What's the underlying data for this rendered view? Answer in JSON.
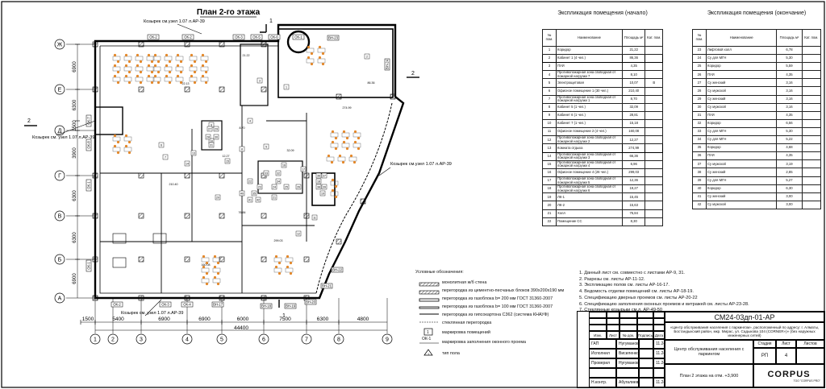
{
  "plan_title": "План 2-го этажа",
  "sheet_code": "СМ24-03дп-01-АР",
  "project_desc": "«Центр обслуживания населения с паркингом», расположенный по адресу: г. Алматы, Бостандыкский район, мкр. Мирас, ул. Садыкова 104 (CORNER»)» (без наружных инженерных сетей)",
  "object_name": "Центр обслуживания населения с паркингом",
  "drawing_name": "План 2 этажа на отм. +3,900",
  "stage_label": "Стадия",
  "sheet_label": "Лист",
  "sheets_label": "Листов",
  "stage": "РП",
  "sheet_no": "4",
  "logo": "CORPUS",
  "logo_sub": "ТОО \"CORPUS PRO\"",
  "stamp_header": [
    "Изм.",
    "Лист",
    "№ док.",
    "Подпись",
    "Дата"
  ],
  "signers": [
    {
      "role": "ГАП",
      "name": "Нугуманова",
      "date": "11.24"
    },
    {
      "role": "Исполнил",
      "name": "Висиленко",
      "date": "11.24"
    },
    {
      "role": "Проверил",
      "name": "Нугуманова",
      "date": "11.24"
    },
    {
      "role": "",
      "name": "",
      "date": ""
    },
    {
      "role": "Н.контр.",
      "name": "Абугалиев",
      "date": "11.24"
    }
  ],
  "axes_h": [
    "Ж",
    "Е",
    "Д",
    "Г",
    "В",
    "Б",
    "А"
  ],
  "axes_v": [
    "1",
    "2",
    "3",
    "4",
    "5",
    "6",
    "7",
    "8",
    "9"
  ],
  "dims_left": [
    "6900",
    "6300",
    "1500",
    "3900",
    "6300",
    "6300",
    "6900"
  ],
  "dims_bottom": [
    "1500",
    "5400",
    "6900",
    "6900",
    "6000",
    "7500",
    "6300",
    "4800"
  ],
  "dim_total": "44400",
  "section_marks": [
    "1",
    "1",
    "2",
    "2"
  ],
  "callouts": [
    "Козырек см.узел 1.07 л.АР-39",
    "Козырек см. узел 1.07 л.АР-39",
    "Козырек см.узел 1.07 л.АР-39",
    "Козырек см. узел 1.07 л.АР-39"
  ],
  "window_tags": [
    "ОК-2",
    "ОК-2",
    "ОК-3",
    "ОК-5",
    "ОК-6",
    "ОК-1",
    "ВН-23",
    "ВН-24",
    "ОК-7",
    "ОК-8",
    "ОК-1",
    "ОК-1",
    "ОК-2",
    "ОК-3",
    "ОК-4",
    "ВН-17",
    "ВН-18",
    "ВН-19",
    "ВН-20",
    "ВН-21",
    "ВН-22"
  ],
  "room_tags": [
    "1",
    "2",
    "3",
    "4",
    "5",
    "6",
    "7",
    "8",
    "9",
    "10",
    "11",
    "12",
    "13",
    "14",
    "15",
    "16",
    "17",
    "18",
    "19",
    "20",
    "21",
    "22",
    "23",
    "24",
    "25",
    "26",
    "27",
    "28",
    "29",
    "30",
    "31",
    "32",
    "33",
    "34",
    "35",
    "36",
    "37",
    "38",
    "39",
    "40",
    "41",
    "42"
  ],
  "room_areas": [
    "86.36",
    "210.40",
    "274.99",
    "160.08",
    "299.03",
    "76.84",
    "21.22",
    "22.13",
    "8.70",
    "12.27",
    "32.09"
  ],
  "table1": {
    "title": "Экспликация помещения (начало)",
    "headers": [
      "№ пом.",
      "Наименование",
      "Площадь м²",
      "Кат. пом."
    ],
    "rows": [
      [
        "1",
        "Коридор",
        "21,22",
        ""
      ],
      [
        "2",
        "Кабинет 1 (4 чел.)",
        "86,36",
        ""
      ],
      [
        "3",
        "ПУИ",
        "4,35",
        ""
      ],
      [
        "4",
        "Противопожарная зона свободная от пожарной нагрузки 7",
        "8,10",
        ""
      ],
      [
        "5",
        "Электрощитовая",
        "10,07",
        "В"
      ],
      [
        "6",
        "Офисное помещение 1 (30 чел.)",
        "210,40",
        ""
      ],
      [
        "7",
        "Противопожарная зона свободная от пожарной нагрузки 1",
        "8,70",
        ""
      ],
      [
        "8",
        "Кабинет 5 (1 чел.)",
        "32,09",
        ""
      ],
      [
        "9",
        "Кабинет 6 (1 чел.)",
        "28,81",
        ""
      ],
      [
        "10",
        "Кабинет 7 (1 чел.)",
        "15,18",
        ""
      ],
      [
        "11",
        "Офисное помещение 2 (4 чел.)",
        "160,08",
        ""
      ],
      [
        "12",
        "Противопожарная зона свободная от пожарной нагрузки 2",
        "12,27",
        ""
      ],
      [
        "13",
        "Комната отдыха",
        "274,99",
        ""
      ],
      [
        "14",
        "Противопожарная зона свободная от пожарной нагрузки 3",
        "66,36",
        ""
      ],
      [
        "15",
        "Противопожарная зона свободная от пожарной нагрузки 4",
        "6,96",
        ""
      ],
      [
        "16",
        "Офисное помещение 4 (26 чел.)",
        "299,03",
        ""
      ],
      [
        "17",
        "Противопожарная зона свободная от пожарной нагрузки 5",
        "12,36",
        ""
      ],
      [
        "18",
        "Противопожарная зона свободная от пожарной нагрузки 6",
        "19,27",
        ""
      ],
      [
        "19",
        "ЛК-1",
        "15,45",
        ""
      ],
      [
        "20",
        "ЛК-2",
        "15,63",
        ""
      ],
      [
        "21",
        "Холл",
        "76,84",
        ""
      ],
      [
        "22",
        "Помещение СС",
        "8,30",
        ""
      ]
    ]
  },
  "table2": {
    "title": "Экспликация помещения (окончание)",
    "headers": [
      "№ пом.",
      "Наименование",
      "Площадь м²",
      "Кат. пом."
    ],
    "rows": [
      [
        "23",
        "Лифтовой холл",
        "6,78",
        ""
      ],
      [
        "24",
        "Су для МГН",
        "5,30",
        ""
      ],
      [
        "25",
        "Коридор",
        "5,59",
        ""
      ],
      [
        "26",
        "ПУИ",
        "4,35",
        ""
      ],
      [
        "27",
        "Су женский",
        "3,16",
        ""
      ],
      [
        "28",
        "Су мужской",
        "3,16",
        ""
      ],
      [
        "29",
        "Су женский",
        "3,16",
        ""
      ],
      [
        "30",
        "Су мужской",
        "3,16",
        ""
      ],
      [
        "31",
        "ПУИ",
        "4,35",
        ""
      ],
      [
        "32",
        "Коридор",
        "6,56",
        ""
      ],
      [
        "33",
        "Су для МГН",
        "5,30",
        ""
      ],
      [
        "34",
        "Су для МГН",
        "5,22",
        ""
      ],
      [
        "35",
        "Коридор",
        "4,68",
        ""
      ],
      [
        "36",
        "ПУИ",
        "4,35",
        ""
      ],
      [
        "37",
        "Су мужской",
        "3,19",
        ""
      ],
      [
        "38",
        "Су женский",
        "2,85",
        ""
      ],
      [
        "39",
        "Су для МГН",
        "5,27",
        ""
      ],
      [
        "40",
        "Коридор",
        "6,30",
        ""
      ],
      [
        "41",
        "Су женский",
        "3,00",
        ""
      ],
      [
        "42",
        "Су мужской",
        "3,00",
        ""
      ]
    ]
  },
  "legend": {
    "title": "Условные обозначения:",
    "items": [
      "монолитная ж/б стена",
      "перегородка из цементно-песчаных блоков 390х200х190 мм",
      "перегородка из газоблока b= 200 мм ГОСТ 31360-2007",
      "перегородка из газоблока b= 100 мм ГОСТ 31360-2007",
      "перегородка из гипсокартона С362 (система КНАУФ)",
      "стеклянная перегородка",
      "маркировка помещений",
      "маркировка заполнения оконного проема",
      "тип пола"
    ],
    "marks": [
      "1",
      "ОК-1",
      "1"
    ]
  },
  "notes": [
    "1. Данный лист см. совместно с листами АР-9, 31.",
    "2. Разрезы см. листы АР-11-12.",
    "3. Экспликацию полов см. листы АР-16-17.",
    "4. Ведомость отделки помещений см. листы АР-18-19.",
    "5. Спецификацию дверных проемов см. листы АР-20-22",
    "6. Спецификацию заполнения оконных проемов и витражей см. листы АР-23-28.",
    "7. Стеклянные козырьки см.л. АР-49-50"
  ]
}
